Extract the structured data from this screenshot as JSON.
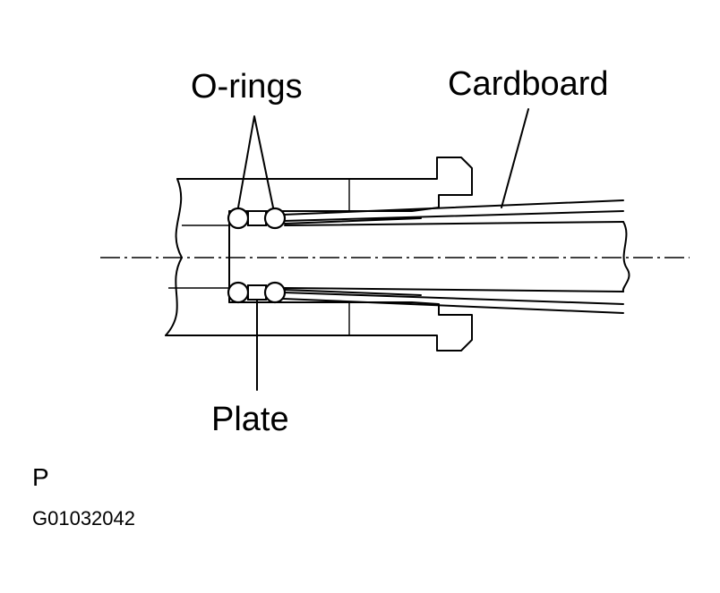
{
  "labels": {
    "o_rings": "O-rings",
    "cardboard": "Cardboard",
    "plate": "Plate"
  },
  "marker": "P",
  "figure_code": "G01032042"
}
